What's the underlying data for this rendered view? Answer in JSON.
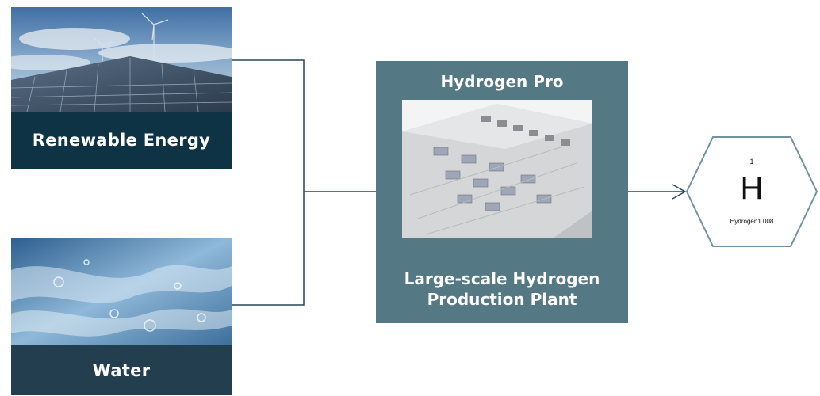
{
  "inputs": {
    "renewable": {
      "label": "Renewable Energy"
    },
    "water": {
      "label": "Water"
    }
  },
  "plant": {
    "title": "Hydrogen Pro",
    "caption_line1": "Large-scale Hydrogen",
    "caption_line2": "Production Plant"
  },
  "element": {
    "atomic_number": "1",
    "symbol": "H",
    "name": "Hydrogen",
    "atomic_mass": "1.008"
  },
  "colors": {
    "renewable_label_bg": "#0e3344",
    "water_label_bg": "#233f4f",
    "plant_bg": "#557885",
    "connector": "#2b4756",
    "hexagon_stroke": "#6f93a3"
  }
}
